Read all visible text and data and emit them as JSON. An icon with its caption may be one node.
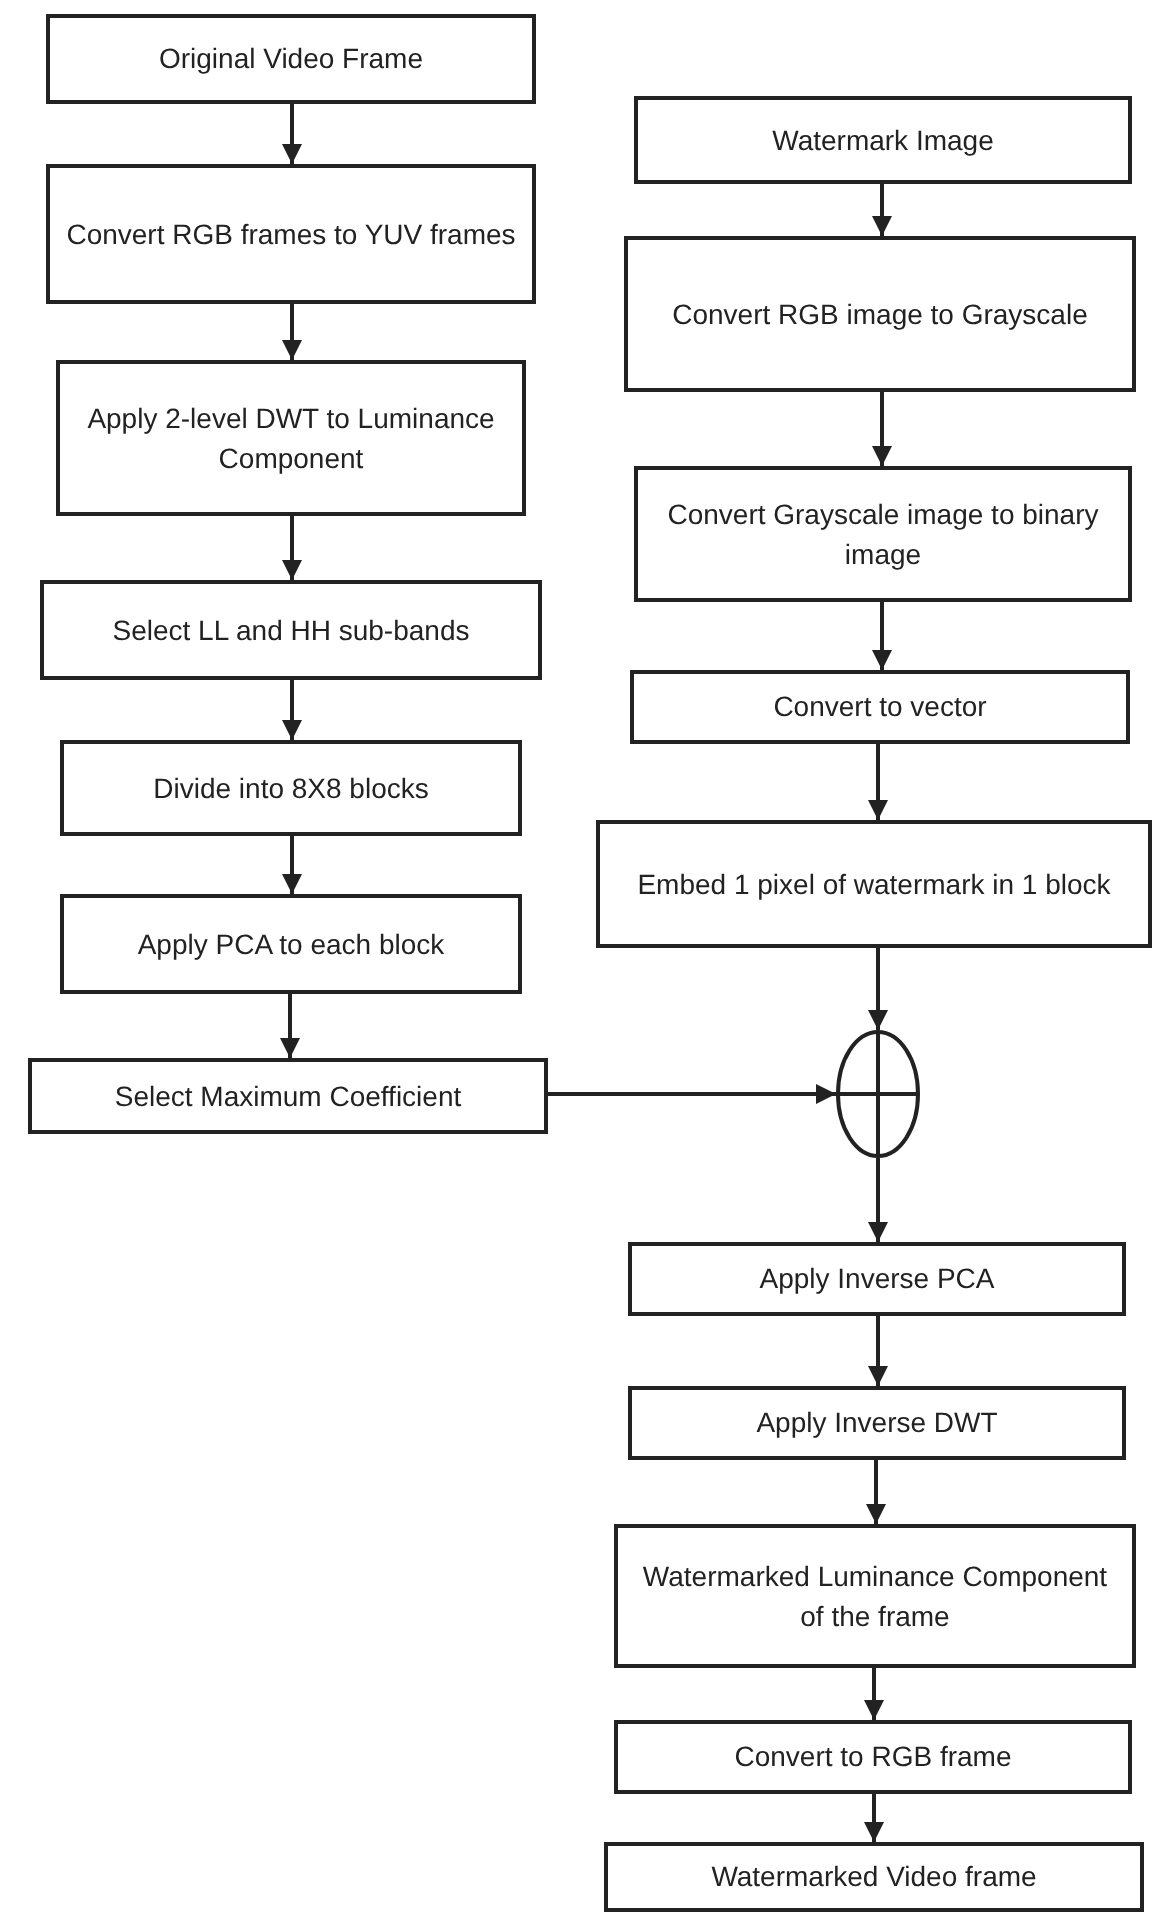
{
  "diagram": {
    "nodes": [
      {
        "text": [
          "Original Video Frame"
        ]
      },
      {
        "text": [
          "Convert RGB frames to YUV frames"
        ]
      },
      {
        "text": [
          "Apply 2-level DWT to Luminance Component"
        ]
      },
      {
        "text": [
          "Select LL and HH sub-bands"
        ]
      },
      {
        "text": [
          "Divide into 8X8 blocks"
        ]
      },
      {
        "text": [
          "Apply PCA to each block"
        ]
      },
      {
        "text": [
          "Select Maximum Coefficient"
        ]
      },
      {
        "text": [
          "Watermark Image"
        ]
      },
      {
        "text": [
          "Convert RGB image to Grayscale"
        ]
      },
      {
        "text": [
          "Convert Grayscale image to binary image"
        ]
      },
      {
        "text": [
          "Convert to vector"
        ]
      },
      {
        "text": [
          "Embed 1 pixel of watermark in 1 block"
        ]
      },
      {
        "text": [],
        "shape": "circle"
      },
      {
        "text": [
          "Apply Inverse PCA"
        ]
      },
      {
        "text": [
          "Apply Inverse DWT"
        ]
      },
      {
        "text": [
          "Watermarked Luminance Component of the frame"
        ]
      },
      {
        "text": [
          "Convert to RGB frame"
        ]
      },
      {
        "text": [
          "Watermarked Video frame"
        ]
      }
    ],
    "edges": [
      {
        "from": 0,
        "to": 1,
        "arrow": "to"
      },
      {
        "from": 1,
        "to": 2,
        "arrow": "to"
      },
      {
        "from": 2,
        "to": 3,
        "arrow": "to"
      },
      {
        "from": 3,
        "to": 4,
        "arrow": "to"
      },
      {
        "from": 4,
        "to": 5,
        "arrow": "to"
      },
      {
        "from": 5,
        "to": 6,
        "arrow": "to"
      },
      {
        "from": 6,
        "to": 12,
        "arrow": "to"
      },
      {
        "from": 7,
        "to": 8,
        "arrow": "to"
      },
      {
        "from": 8,
        "to": 9,
        "arrow": "to"
      },
      {
        "from": 9,
        "to": 10,
        "arrow": "to"
      },
      {
        "from": 10,
        "to": 11,
        "arrow": "to"
      },
      {
        "from": 11,
        "to": 12,
        "arrow": "to"
      },
      {
        "from": 12,
        "to": 13,
        "arrow": "to"
      },
      {
        "from": 13,
        "to": 14,
        "arrow": "to"
      },
      {
        "from": 14,
        "to": 15,
        "arrow": "to"
      },
      {
        "from": 15,
        "to": 16,
        "arrow": "to"
      },
      {
        "from": 16,
        "to": 17,
        "arrow": "to"
      }
    ]
  }
}
